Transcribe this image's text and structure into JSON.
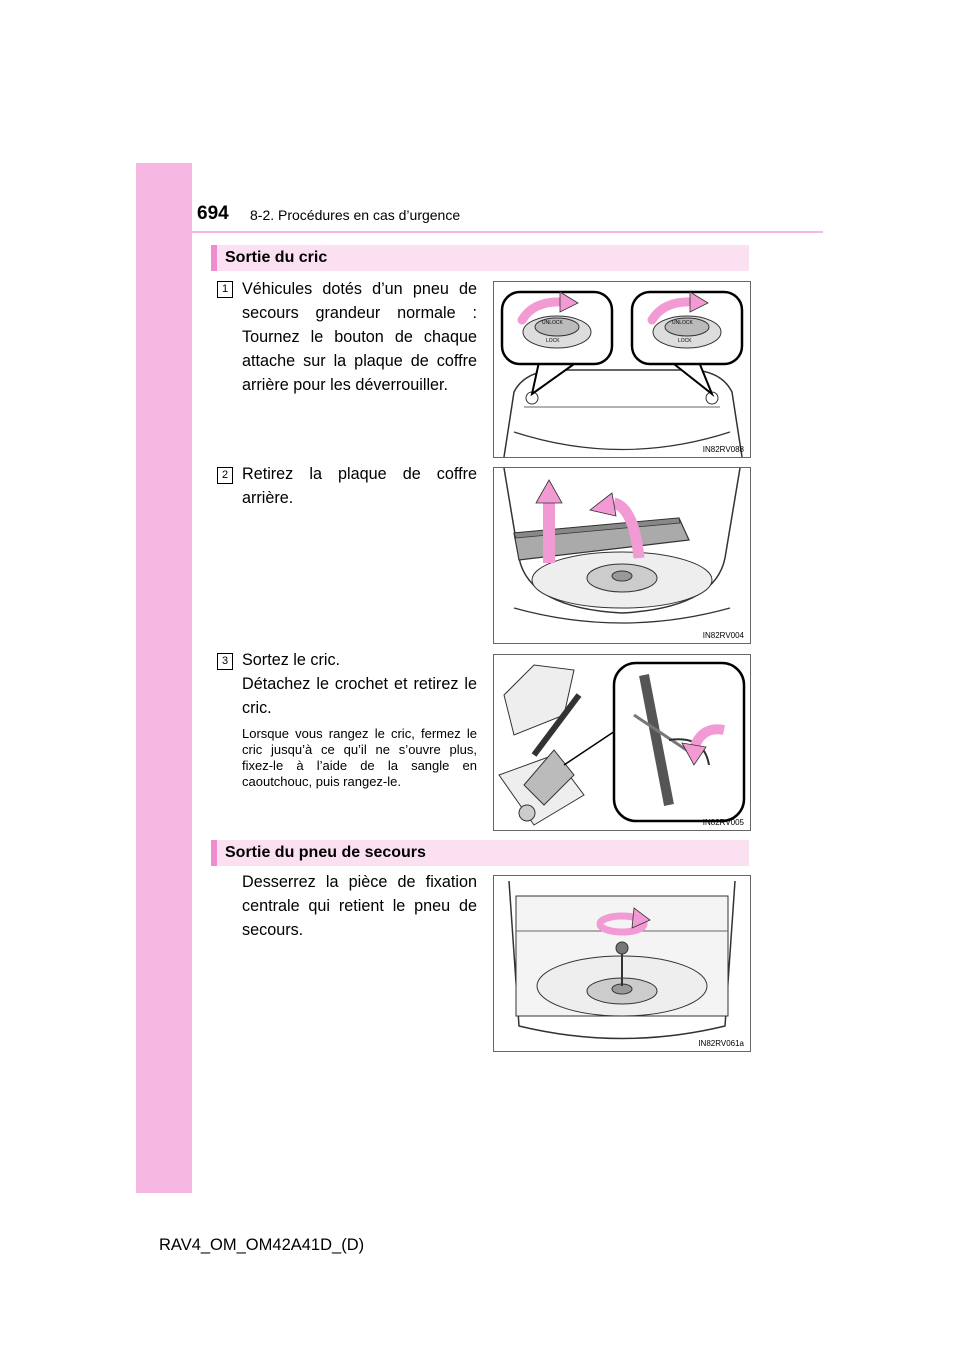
{
  "header": {
    "page_number": "694",
    "chapter": "8-2. Procédures en cas d’urgence"
  },
  "sections": [
    {
      "title": "Sortie du cric",
      "steps": [
        {
          "number": "1",
          "text": "Véhicules dotés d’un pneu de secours grandeur normale : Tournez le bouton de chaque attache sur la plaque de coffre arrière pour les déverrouiller.",
          "figure": {
            "code": "IN82RV088",
            "labels": [
              "UNLOCK",
              "LOCK",
              "UNLOCK",
              "LOCK"
            ]
          }
        },
        {
          "number": "2",
          "text": "Retirez la plaque de coffre arrière.",
          "figure": {
            "code": "IN82RV004"
          }
        },
        {
          "number": "3",
          "text": "Sortez le cric.",
          "text2": "Détachez le crochet et retirez le cric.",
          "note": "Lorsque vous rangez le cric, fermez le cric jusqu’à ce qu’il ne s’ouvre plus, fixez-le à l’aide de la sangle en caoutchouc, puis rangez-le.",
          "figure": {
            "code": "IN82RV005"
          }
        }
      ]
    },
    {
      "title": "Sortie du pneu de secours",
      "steps": [
        {
          "text": "Desserrez la pièce de fixation centrale qui retient le pneu de secours.",
          "figure": {
            "code": "IN82RV061a"
          }
        }
      ]
    }
  ],
  "footer": {
    "doc_code": "RAV4_OM_OM42A41D_(D)"
  },
  "colors": {
    "accent": "#f6b8e3",
    "section_bar": "#fbe0f2",
    "arrow": "#f29ad3"
  }
}
